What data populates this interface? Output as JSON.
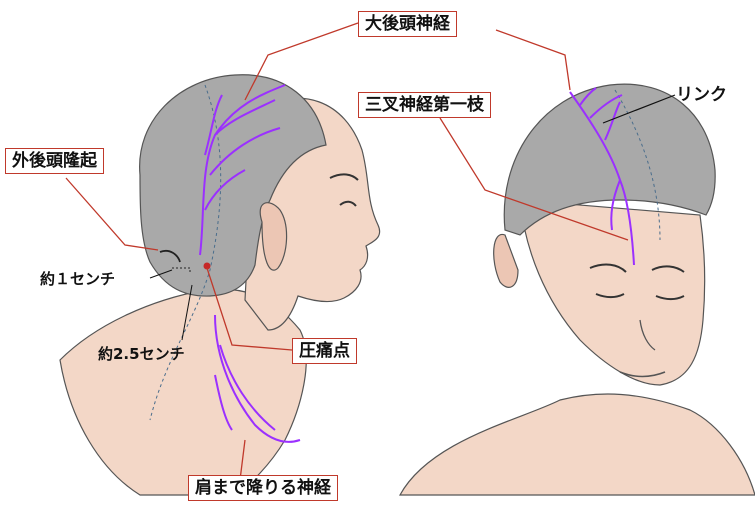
{
  "labels": {
    "greater_occipital_nerve": "大後頭神経",
    "external_occipital_protuberance": "外後頭隆起",
    "trigeminal_first_branch": "三叉神経第一枝",
    "ring": "リンク",
    "approx_1cm": "約１センチ",
    "approx_2_5cm": "約2.5センチ",
    "tender_point": "圧痛点",
    "nerve_to_shoulder": "肩まで降りる神経"
  },
  "colors": {
    "skin": "#f3d7c7",
    "skin_shade": "#e2b7a3",
    "hair": "#a9a9a9",
    "hair_dark": "#8a8a8a",
    "nerve": "#9b30ff",
    "leader": "#c0392b",
    "point": "#c62828"
  }
}
